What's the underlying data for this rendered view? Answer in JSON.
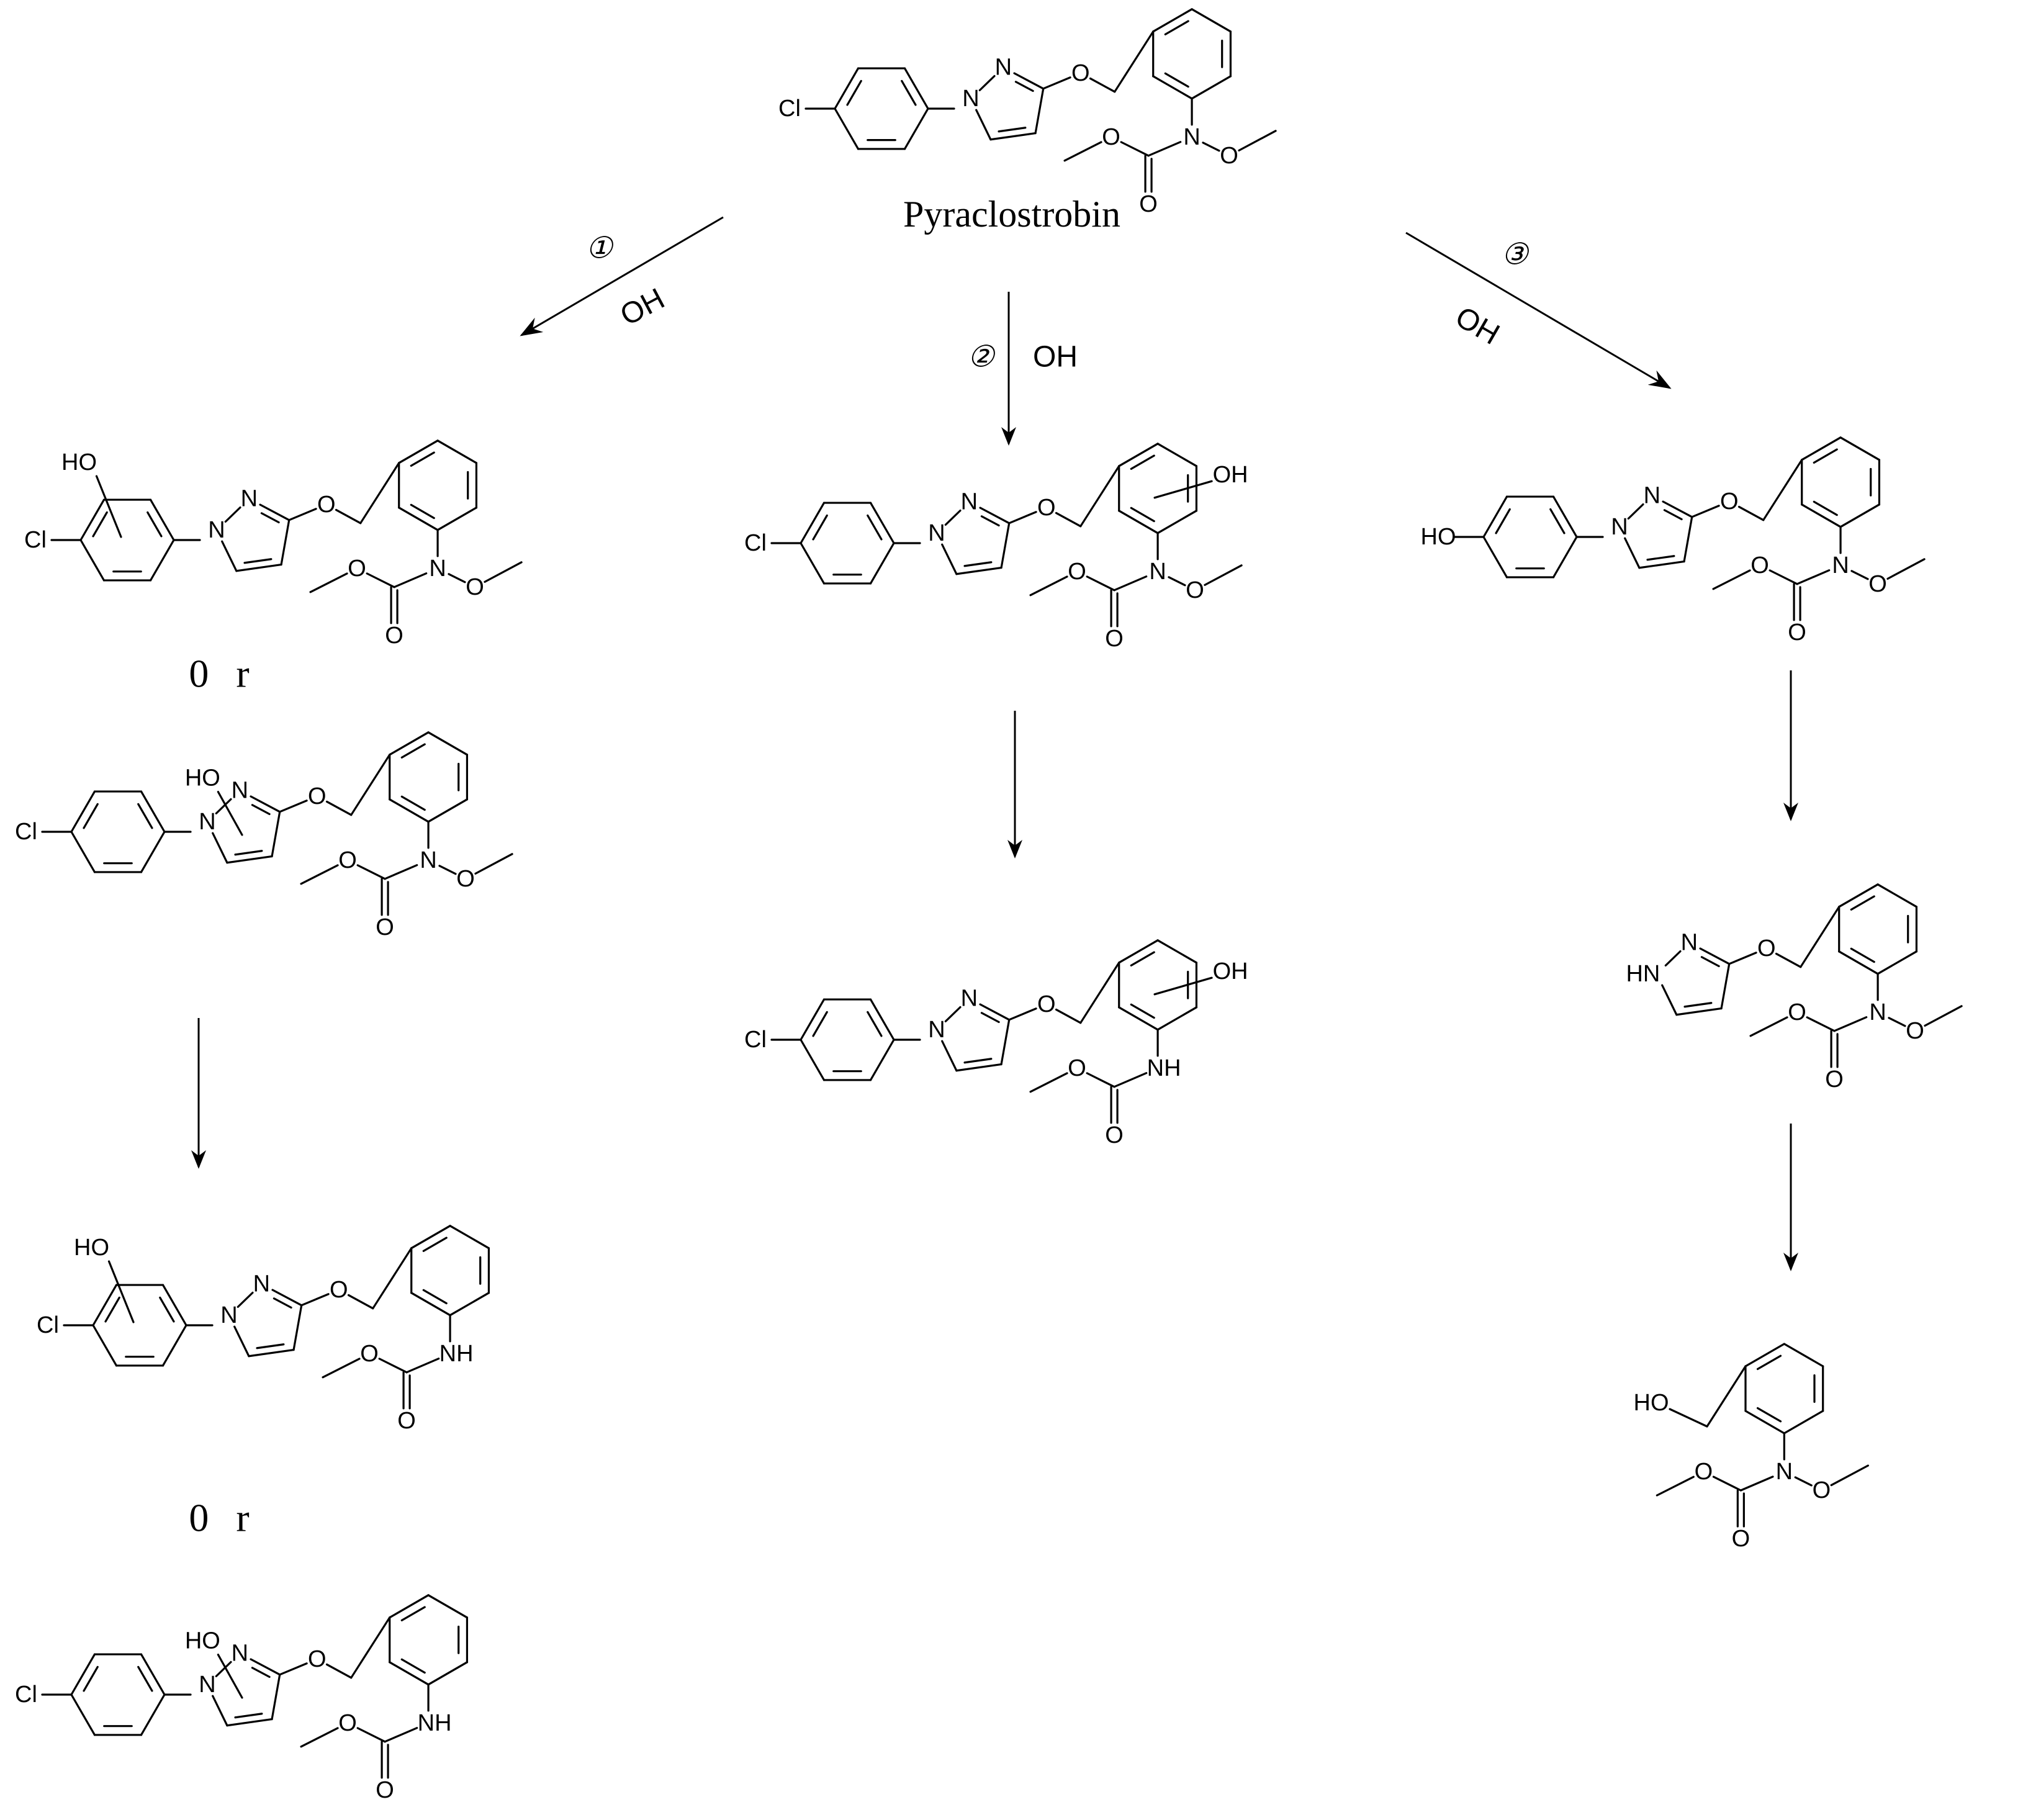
{
  "title": "Pyraclostrobin",
  "separator_text": "0 r",
  "reagent": "OH",
  "pathways": [
    {
      "step": "①",
      "reagent": "OH"
    },
    {
      "step": "②",
      "reagent": "OH"
    },
    {
      "step": "③",
      "reagent": "OH"
    }
  ],
  "atom_labels": {
    "cl": "Cl",
    "n": "N",
    "o": "O",
    "oh": "OH",
    "ho": "HO",
    "nh": "NH",
    "hn": "HN"
  }
}
